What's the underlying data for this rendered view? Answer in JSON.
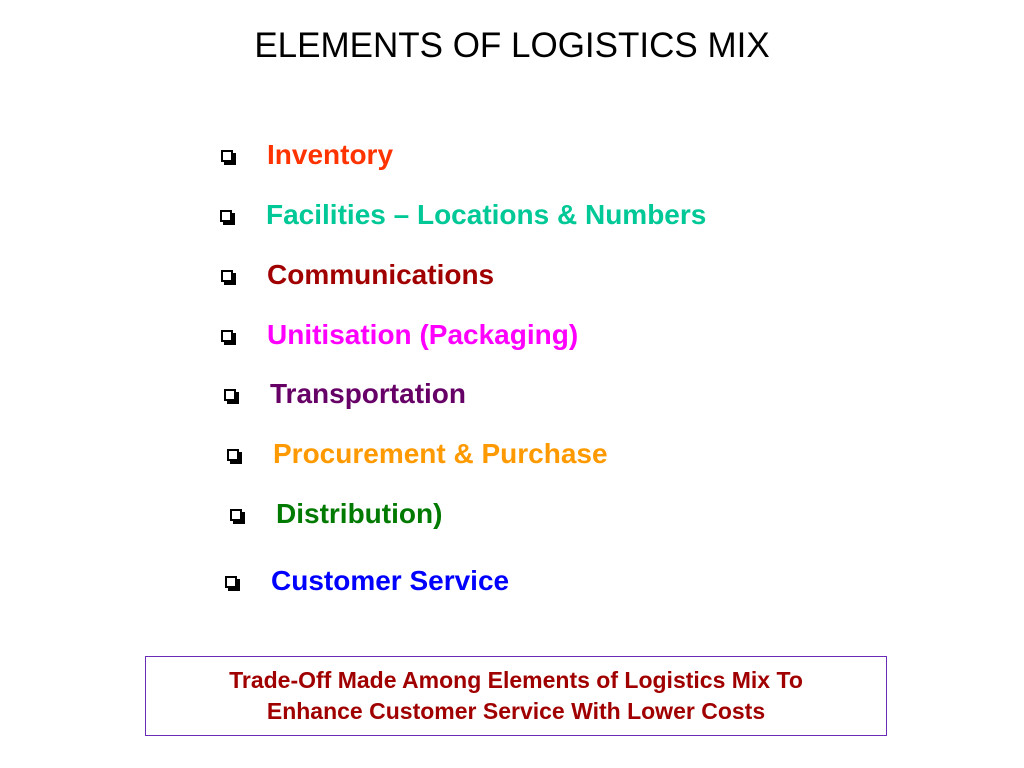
{
  "slide": {
    "title": "ELEMENTS OF LOGISTICS MIX",
    "bullets": [
      {
        "text": "Inventory",
        "color": "#ff3300",
        "icon": "checkbox-bullet-icon"
      },
      {
        "text": "Facilities – Locations & Numbers",
        "color": "#00c896",
        "icon": "checkbox-bullet-icon"
      },
      {
        "text": "Communications",
        "color": "#a00000",
        "icon": "checkbox-bullet-icon"
      },
      {
        "text": "Unitisation (Packaging)",
        "color": "#ff00ff",
        "icon": "checkbox-bullet-icon"
      },
      {
        "text": "Transportation",
        "color": "#660066",
        "icon": "checkbox-bullet-icon"
      },
      {
        "text": "Procurement & Purchase",
        "color": "#ff9900",
        "icon": "checkbox-bullet-icon"
      },
      {
        "text": "Distribution)",
        "color": "#007a00",
        "icon": "checkbox-bullet-icon"
      },
      {
        "text": "Customer Service",
        "color": "#0000ff",
        "icon": "checkbox-bullet-icon"
      }
    ],
    "note": {
      "line1": "Trade-Off Made Among Elements of Logistics Mix To",
      "line2": "Enhance Customer Service With Lower Costs",
      "text_color": "#a00000",
      "border_color": "#6a2bb5"
    }
  }
}
